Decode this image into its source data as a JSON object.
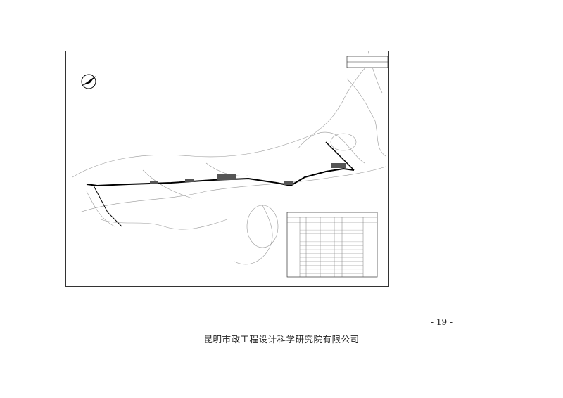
{
  "page_number": "- 19 -",
  "company": "昆明市政工程设计科学研究院有限公司",
  "figure": {
    "icon": "route-map-drawing",
    "table_rows": 14
  }
}
